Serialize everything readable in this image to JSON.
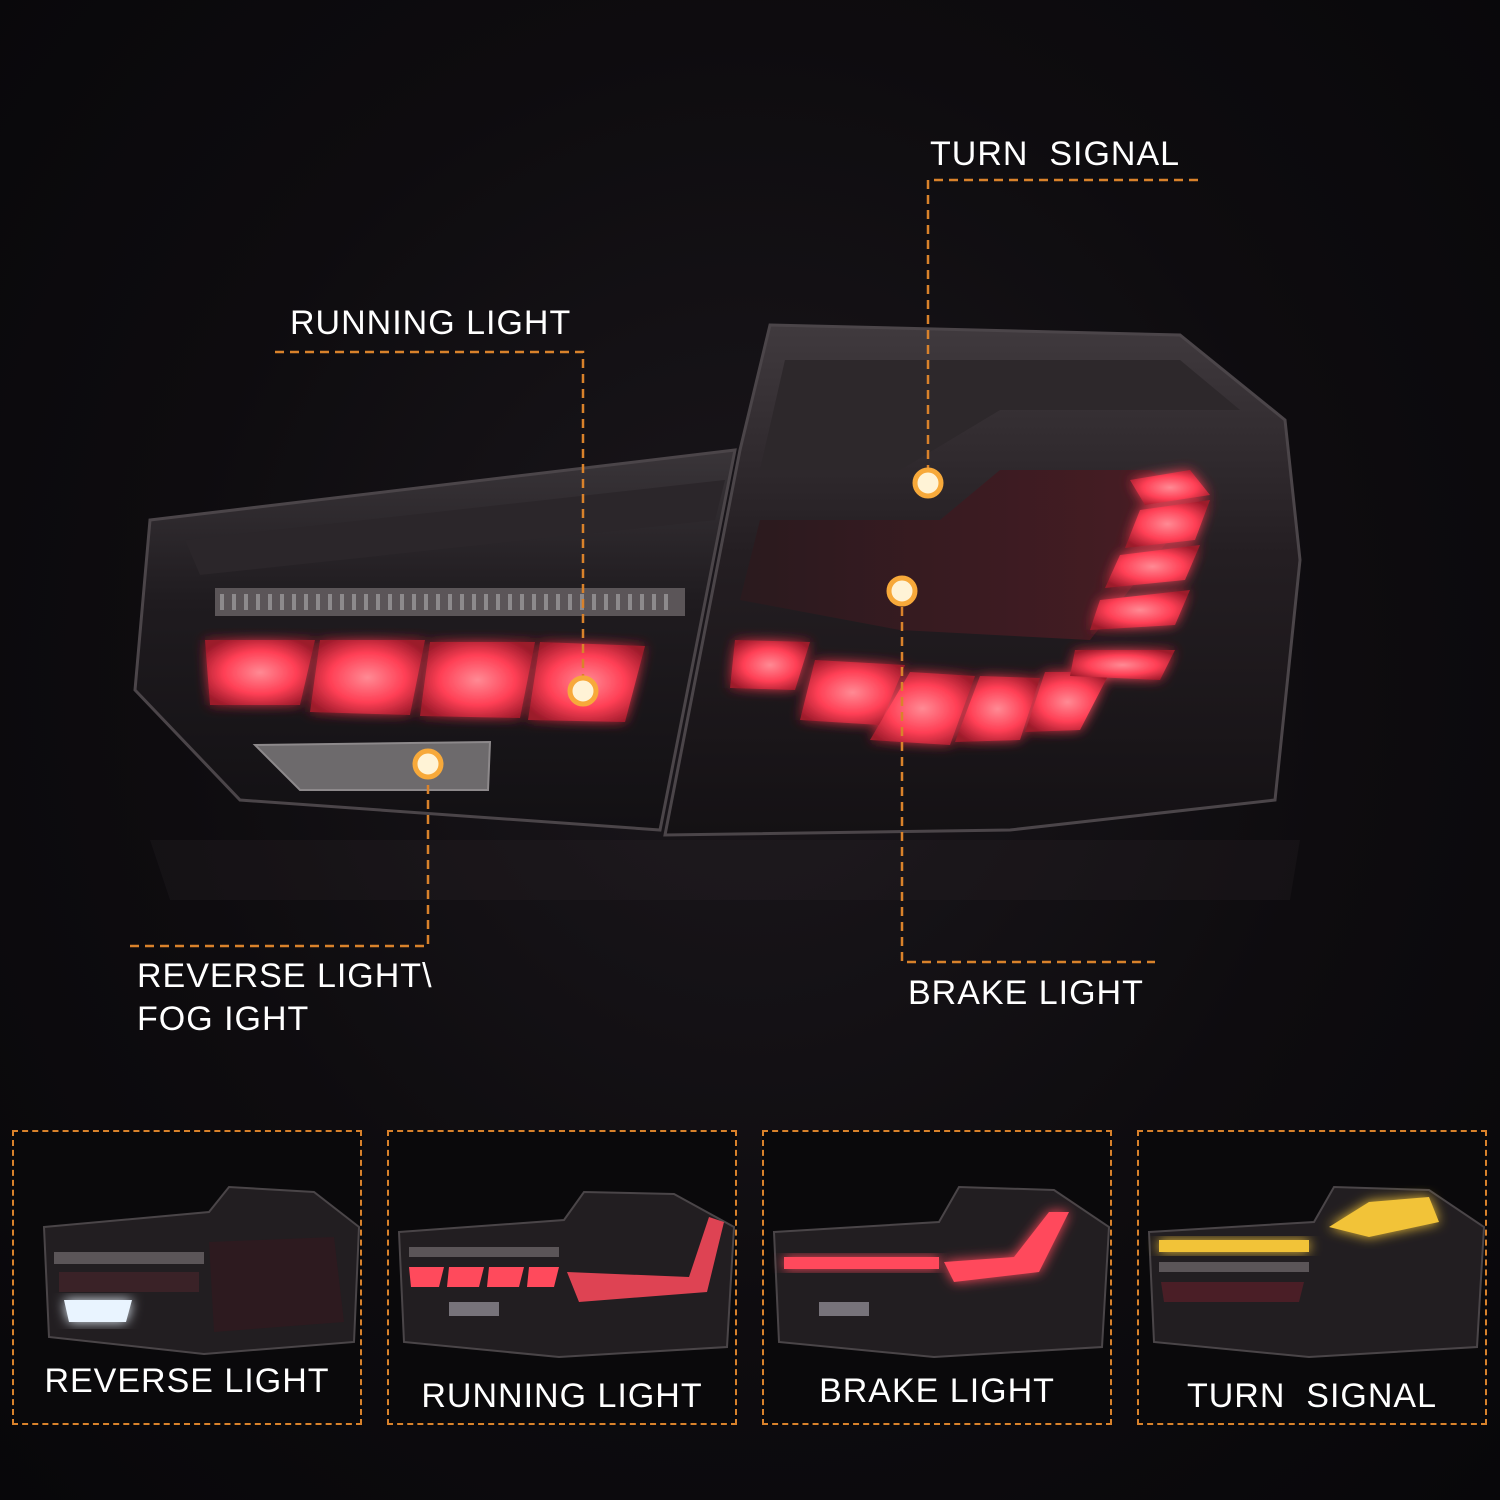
{
  "callouts": {
    "running_light": "RUNNING LIGHT",
    "turn_signal": "TURN  SIGNAL",
    "reverse_fog": "REVERSE LIGHT\\\nFOG IGHT",
    "brake_light": "BRAKE LIGHT"
  },
  "panels": [
    {
      "label": "REVERSE LIGHT",
      "highlight": "reverse-white"
    },
    {
      "label": "RUNNING LIGHT",
      "highlight": "running-red"
    },
    {
      "label": "BRAKE LIGHT",
      "highlight": "brake-red"
    },
    {
      "label": "TURN  SIGNAL",
      "highlight": "turn-amber"
    }
  ],
  "colors": {
    "accent_dashes": "#d9822b",
    "marker_dot": "#f7a93a",
    "led_red": "#ff4a5c",
    "turn_amber": "#f2c338",
    "reverse_white": "#e9f4ff",
    "background": "#0c0a0d"
  }
}
